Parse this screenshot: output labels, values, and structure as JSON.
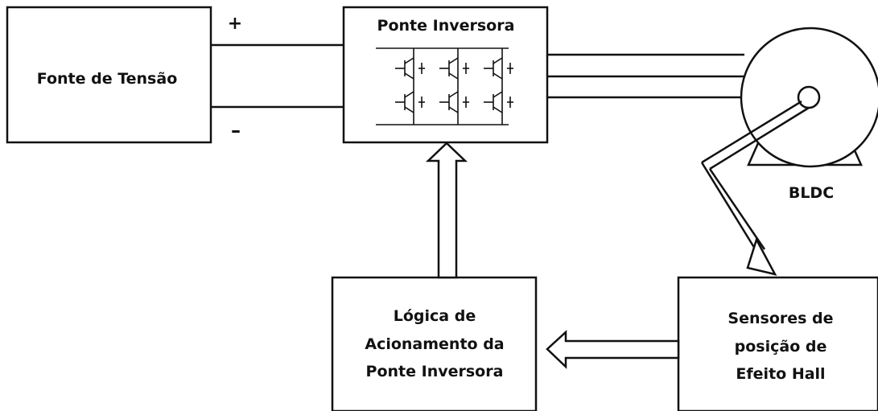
{
  "source": {
    "label": "Fonte de Tensão",
    "plus": "+",
    "minus": "–"
  },
  "inverter": {
    "title": "Ponte Inversora"
  },
  "motor": {
    "label": "BLDC"
  },
  "logic": {
    "line1": "Lógica de",
    "line2": "Acionamento da",
    "line3": "Ponte Inversora"
  },
  "sensors": {
    "line1": "Sensores de",
    "line2": "posição de",
    "line3": "Efeito Hall"
  },
  "colors": {
    "stroke": "#111111",
    "background": "#ffffff"
  }
}
